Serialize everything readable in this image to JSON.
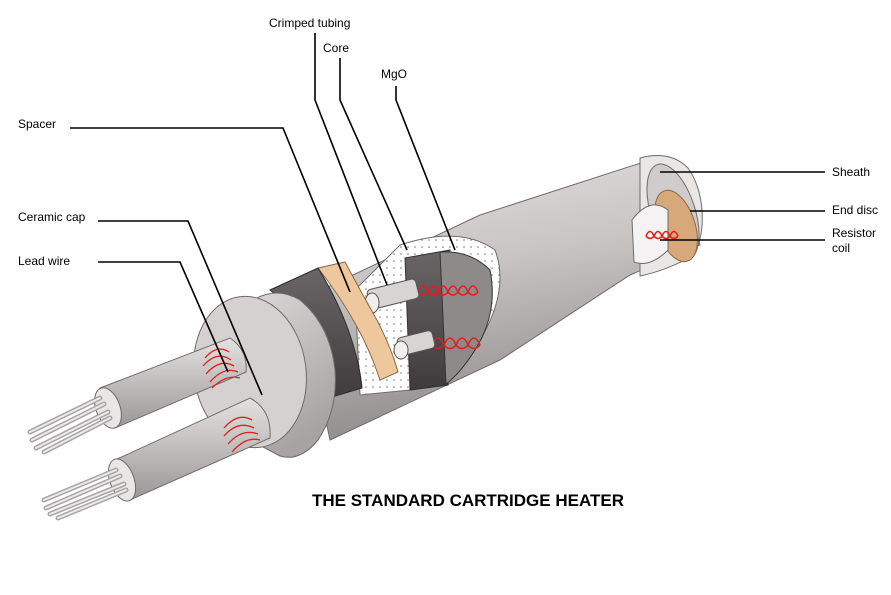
{
  "title": "THE STANDARD CARTRIDGE HEATER",
  "labels": {
    "crimped_tubing": "Crimped tubing",
    "core": "Core",
    "mgo": "MgO",
    "spacer": "Spacer",
    "ceramic_cap": "Ceramic cap",
    "lead_wire": "Lead wire",
    "sheath": "Sheath",
    "end_disc": "End disc",
    "resistor_coil_line1": "Resistor",
    "resistor_coil_line2": "coil"
  },
  "colors": {
    "sheath_gray": "#c9c5c5",
    "dark_gray": "#555152",
    "spacer_tan": "#efc79c",
    "end_disc_tan": "#d7a97a",
    "coil_red": "#e0201a",
    "background": "#ffffff"
  }
}
